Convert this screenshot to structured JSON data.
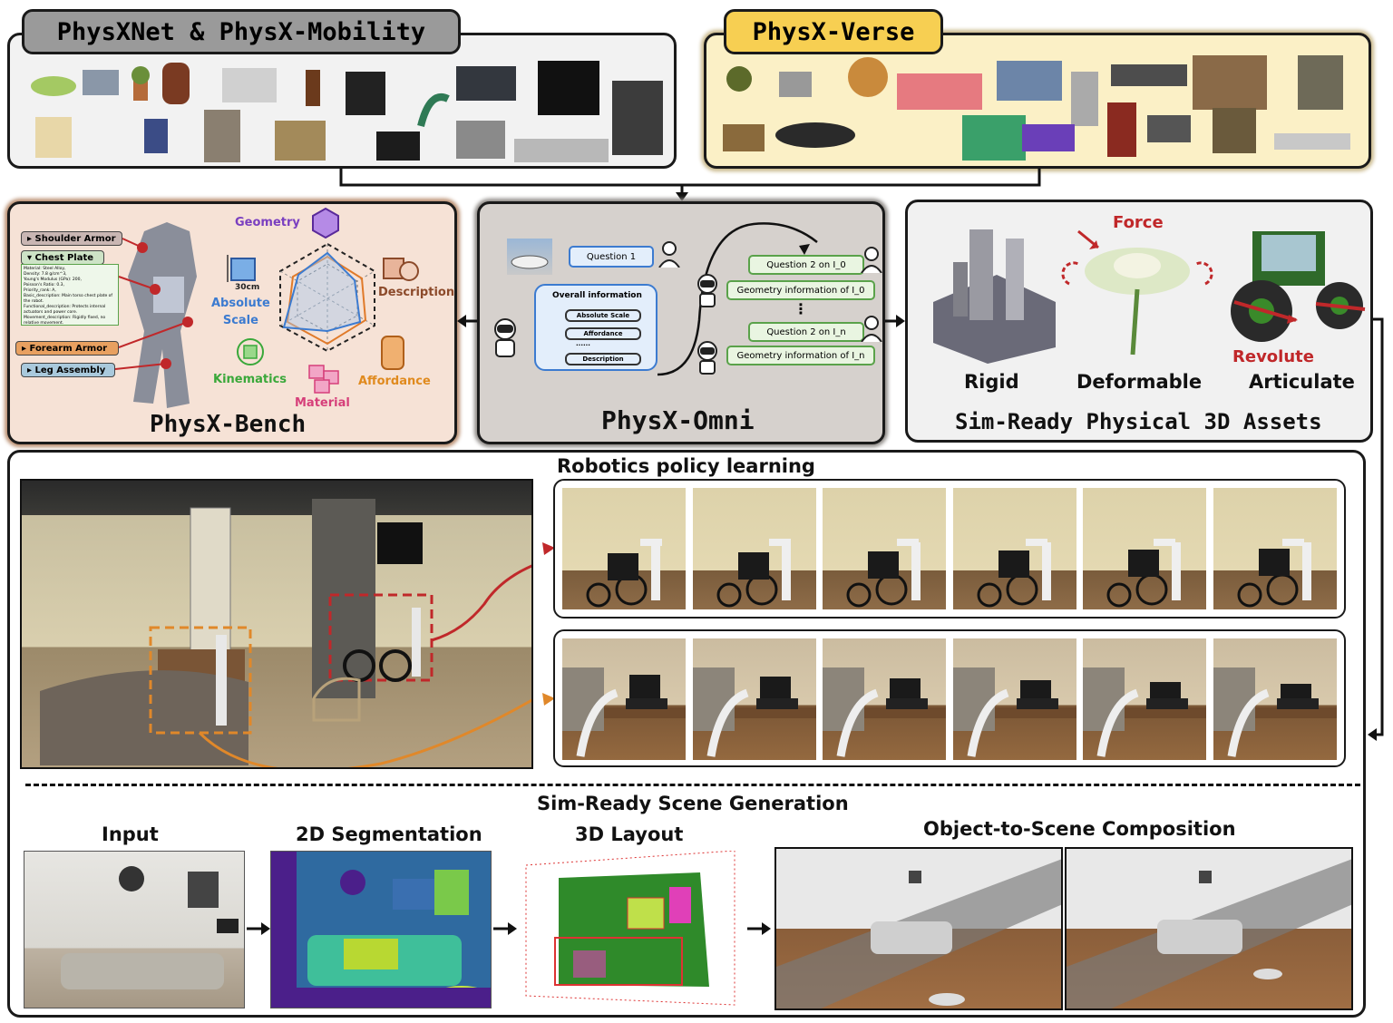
{
  "top": {
    "physxnet_title": "PhysXNet & PhysX-Mobility",
    "physxverse_title": "PhysX-Verse"
  },
  "bench": {
    "title": "PhysX-Bench",
    "components": [
      "Shoulder Armor",
      "Chest Plate",
      "Forearm Armor",
      "Leg Assembly"
    ],
    "chest_details": "Material: Steel Alloy,\nDensity: 7.8 g/cm^3,\nYoung's Modulus (GPa): 200,\nPoisson's Ratio: 0.3,\nPriority_rank: A,\nBasic_description: Main torso chest plate of the robot.\nFunctional_description: Protects internal actuators and power core.\nMovement_description: Rigidly fixed, no relative movement.",
    "dimensions": {
      "geometry": "Geometry",
      "description": "Description",
      "affordance": "Affordance",
      "material": "Material",
      "kinematics": "Kinematics",
      "absolute_scale": "Absolute\nScale"
    },
    "scale_value": "30cm"
  },
  "omni": {
    "title": "PhysX-Omni",
    "question1": "Question 1",
    "overall": "Overall information",
    "overall_items": [
      "Absolute Scale",
      "Affordance",
      "......",
      "Description"
    ],
    "q2_0": "Question 2 on I_0",
    "geo_0": "Geometry information of I_0",
    "dots": "⋮",
    "q2_n": "Question 2 on I_n",
    "geo_n": "Geometry information of I_n"
  },
  "assets": {
    "title": "Sim-Ready Physical 3D Assets",
    "force": "Force",
    "revolute": "Revolute",
    "rigid": "Rigid",
    "deformable": "Deformable",
    "articulate": "Articulate"
  },
  "robotics": {
    "title": "Robotics policy learning"
  },
  "scene": {
    "title": "Sim-Ready Scene Generation",
    "input": "Input",
    "seg": "2D Segmentation",
    "layout": "3D Layout",
    "composition": "Object-to-Scene Composition"
  },
  "colors": {
    "bench_bg": "#f6e2d6",
    "omni_bg": "#d6d1cd",
    "verse_bg": "#fbf0c6",
    "verse_tab": "#f7cf52",
    "net_tab": "#9a9a9a",
    "geometry": "#7a3fc0",
    "description": "#8c4a2a",
    "affordance": "#e08a1e",
    "material": "#d63f7a",
    "kinematics": "#3aa83a",
    "scale": "#3c7bd0",
    "red": "#c0282a"
  }
}
